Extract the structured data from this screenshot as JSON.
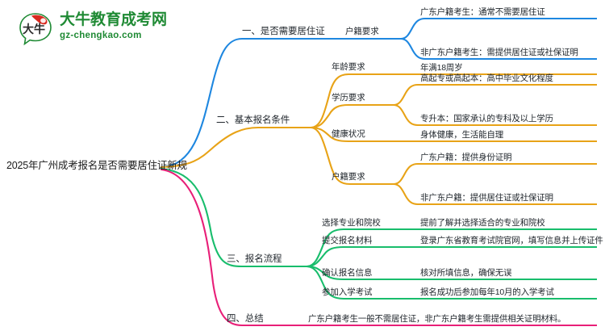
{
  "logo": {
    "name": "大牛教育成考网",
    "domain": "gz-chengkao.com",
    "mark_text": "大牛",
    "brand_green": "#1f8a34",
    "brand_red": "#d92b20"
  },
  "root": {
    "label": "2025年广州成考报名是否需要居住证新规"
  },
  "colors": {
    "branch1": "#1e87e0",
    "branch2": "#e8a317",
    "branch3": "#18bd6c",
    "branch4": "#ec1췌",
    "branch4_fix": "#e81f78"
  },
  "branches": [
    {
      "id": "branch-1",
      "label": "一、是否需要居住证",
      "color": "#1e87e0",
      "subs": [
        {
          "label": "户籍要求",
          "leaves": [
            "广东户籍考生：通常不需要居住证",
            "非广东户籍考生：需提供居住证或社保证明"
          ]
        }
      ]
    },
    {
      "id": "branch-2",
      "label": "二、基本报名条件",
      "color": "#e8a317",
      "subs": [
        {
          "label": "年龄要求",
          "leaves": [
            "年满18周岁"
          ]
        },
        {
          "label": "学历要求",
          "leaves": [
            "高起专或高起本：高中毕业文化程度",
            "专升本：国家承认的专科及以上学历"
          ]
        },
        {
          "label": "健康状况",
          "leaves": [
            "身体健康，生活能自理"
          ]
        },
        {
          "label": "户籍要求",
          "leaves": [
            "广东户籍：提供身份证明",
            "非广东户籍：提供居住证或社保证明"
          ]
        }
      ]
    },
    {
      "id": "branch-3",
      "label": "三、报名流程",
      "color": "#18bd6c",
      "subs": [
        {
          "label": "选择专业和院校",
          "leaves": [
            "提前了解并选择适合的专业和院校"
          ]
        },
        {
          "label": "提交报名材料",
          "leaves": [
            "登录广东省教育考试院官网，填写信息并上传证件"
          ]
        },
        {
          "label": "确认报名信息",
          "leaves": [
            "核对所填信息，确保无误"
          ]
        },
        {
          "label": "参加入学考试",
          "leaves": [
            "报名成功后参加每年10月的入学考试"
          ]
        }
      ]
    },
    {
      "id": "branch-4",
      "label": "四、总结",
      "color": "#e81f78",
      "subs": [
        {
          "label": "广东户籍考生一般不需居住证，非广东户籍考生需提供相关证明材料。",
          "leaves": []
        }
      ]
    }
  ]
}
